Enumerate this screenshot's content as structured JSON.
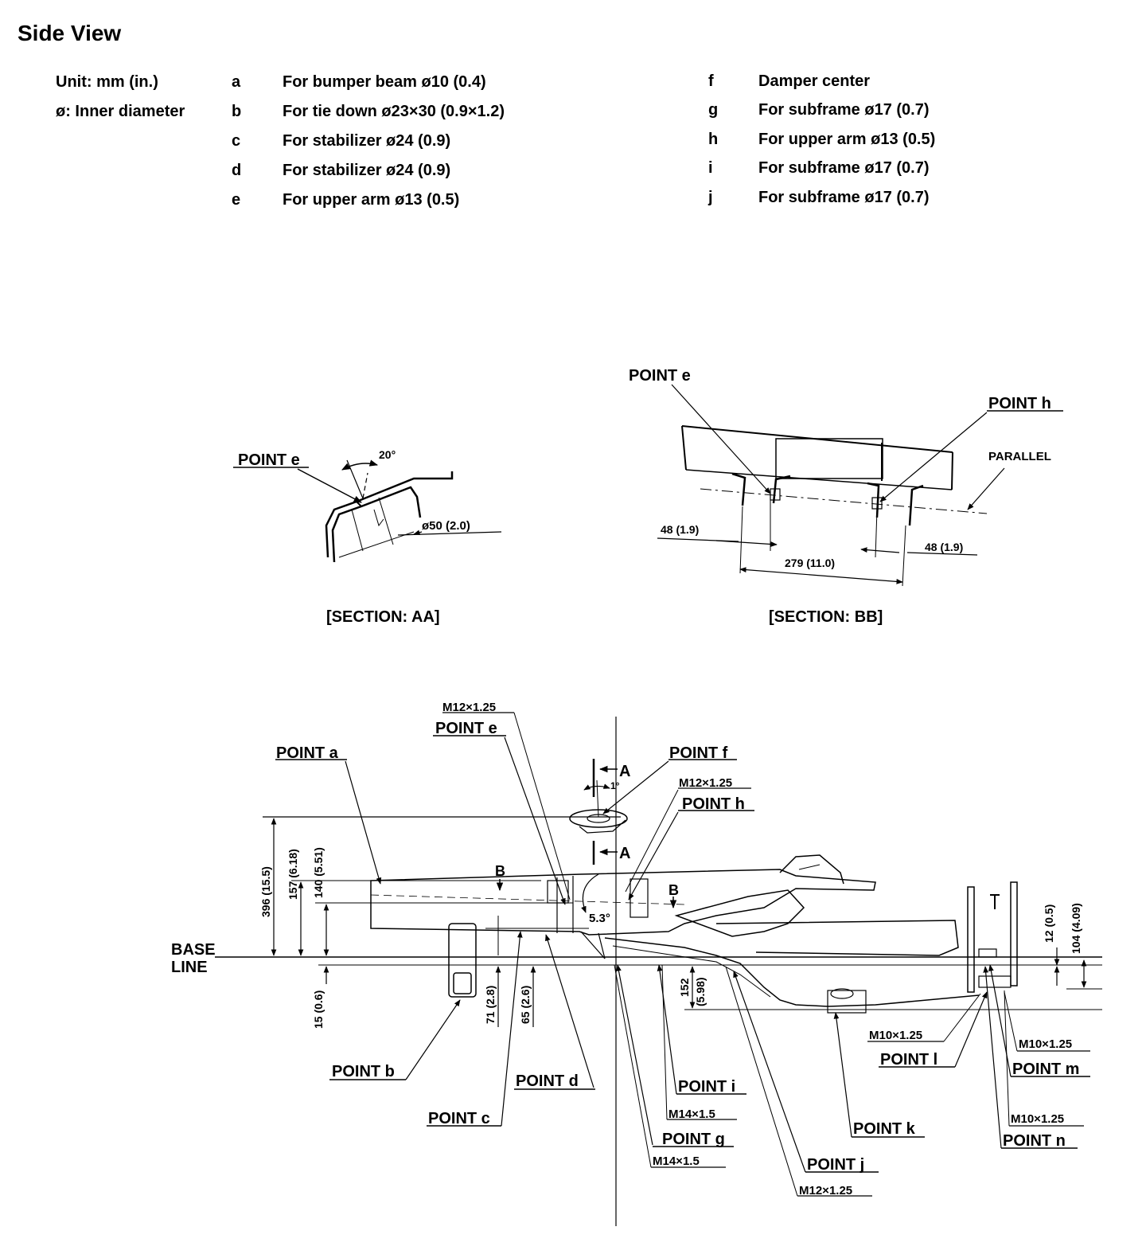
{
  "page": {
    "title": "Side View",
    "unit_label": "Unit: mm (in.)",
    "diameter_label": "ø: Inner diameter"
  },
  "legend_left": [
    {
      "key": "a",
      "text": "For bumper beam ø10 (0.4)"
    },
    {
      "key": "b",
      "text": "For tie down ø23×30 (0.9×1.2)"
    },
    {
      "key": "c",
      "text": "For stabilizer ø24 (0.9)"
    },
    {
      "key": "d",
      "text": "For stabilizer ø24 (0.9)"
    },
    {
      "key": "e",
      "text": "For upper arm ø13 (0.5)"
    }
  ],
  "legend_right": [
    {
      "key": "f",
      "text": "Damper center"
    },
    {
      "key": "g",
      "text": "For subframe ø17 (0.7)"
    },
    {
      "key": "h",
      "text": "For upper arm ø13 (0.5)"
    },
    {
      "key": "i",
      "text": "For subframe ø17 (0.7)"
    },
    {
      "key": "j",
      "text": "For subframe ø17 (0.7)"
    }
  ],
  "section_aa": {
    "caption": "[SECTION: AA]",
    "point_label": "POINT e",
    "angle": "20°",
    "diameter": "ø50 (2.0)"
  },
  "section_bb": {
    "caption": "[SECTION: BB]",
    "point_e": "POINT e",
    "point_h": "POINT h",
    "parallel": "PARALLEL",
    "dim_left": "48 (1.9)",
    "dim_mid": "279 (11.0)",
    "dim_right": "48 (1.9)"
  },
  "side": {
    "base_line_1": "BASE",
    "base_line_2": "LINE",
    "thread_m12_top": "M12×1.25",
    "point_e": "POINT e",
    "point_a": "POINT a",
    "point_f": "POINT f",
    "thread_m12_h": "M12×1.25",
    "point_h": "POINT h",
    "arrow_a_top": "A",
    "arrow_a_bottom": "A",
    "angle_1": "1°",
    "angle_53": "5.3°",
    "label_b_left": "B",
    "label_b_right": "B",
    "dim_396": "396 (15.5)",
    "dim_157": "157 (6.18)",
    "dim_140": "140 (5.51)",
    "dim_15": "15 (0.6)",
    "dim_71": "71 (2.8)",
    "dim_65": "65 (2.6)",
    "dim_152a": "152",
    "dim_152b": "(5.98)",
    "dim_12": "12 (0.5)",
    "dim_104": "104 (4.09)",
    "point_b": "POINT b",
    "point_c": "POINT c",
    "point_d": "POINT d",
    "point_i": "POINT i",
    "thread_m14_i": "M14×1.5",
    "point_g": "POINT g",
    "thread_m14_g": "M14×1.5",
    "point_j": "POINT j",
    "thread_m12_j": "M12×1.25",
    "point_k": "POINT k",
    "thread_m10_l": "M10×1.25",
    "point_l": "POINT l",
    "thread_m10_m": "M10×1.25",
    "point_m": "POINT m",
    "thread_m10_n": "M10×1.25",
    "point_n": "POINT n"
  }
}
